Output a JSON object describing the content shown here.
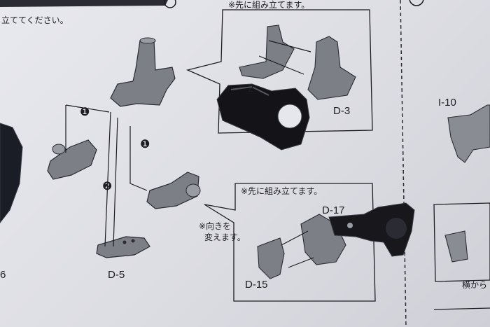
{
  "instructions": {
    "header_text": "立ててください。",
    "callout_top": "※先に組み立てます。",
    "callout_bottom": "※先に組み立てます。",
    "orientation_note_line1": "※向きを",
    "orientation_note_line2": "変えます。",
    "bottom_right_text": "横から"
  },
  "part_labels": {
    "d5": "D-5",
    "d3": "D-3",
    "d15": "D-15",
    "d17": "D-17",
    "i10": "I-10",
    "partial_2": "2",
    "left_edge_6": "6"
  },
  "step_markers": {
    "step1_a": "❶",
    "step1_b": "❶",
    "step2": "❷"
  },
  "colors": {
    "paper": "#e3e4e9",
    "ink": "#1c1c22",
    "part_gray": "#7d7f86",
    "plastic_black": "#141418"
  }
}
